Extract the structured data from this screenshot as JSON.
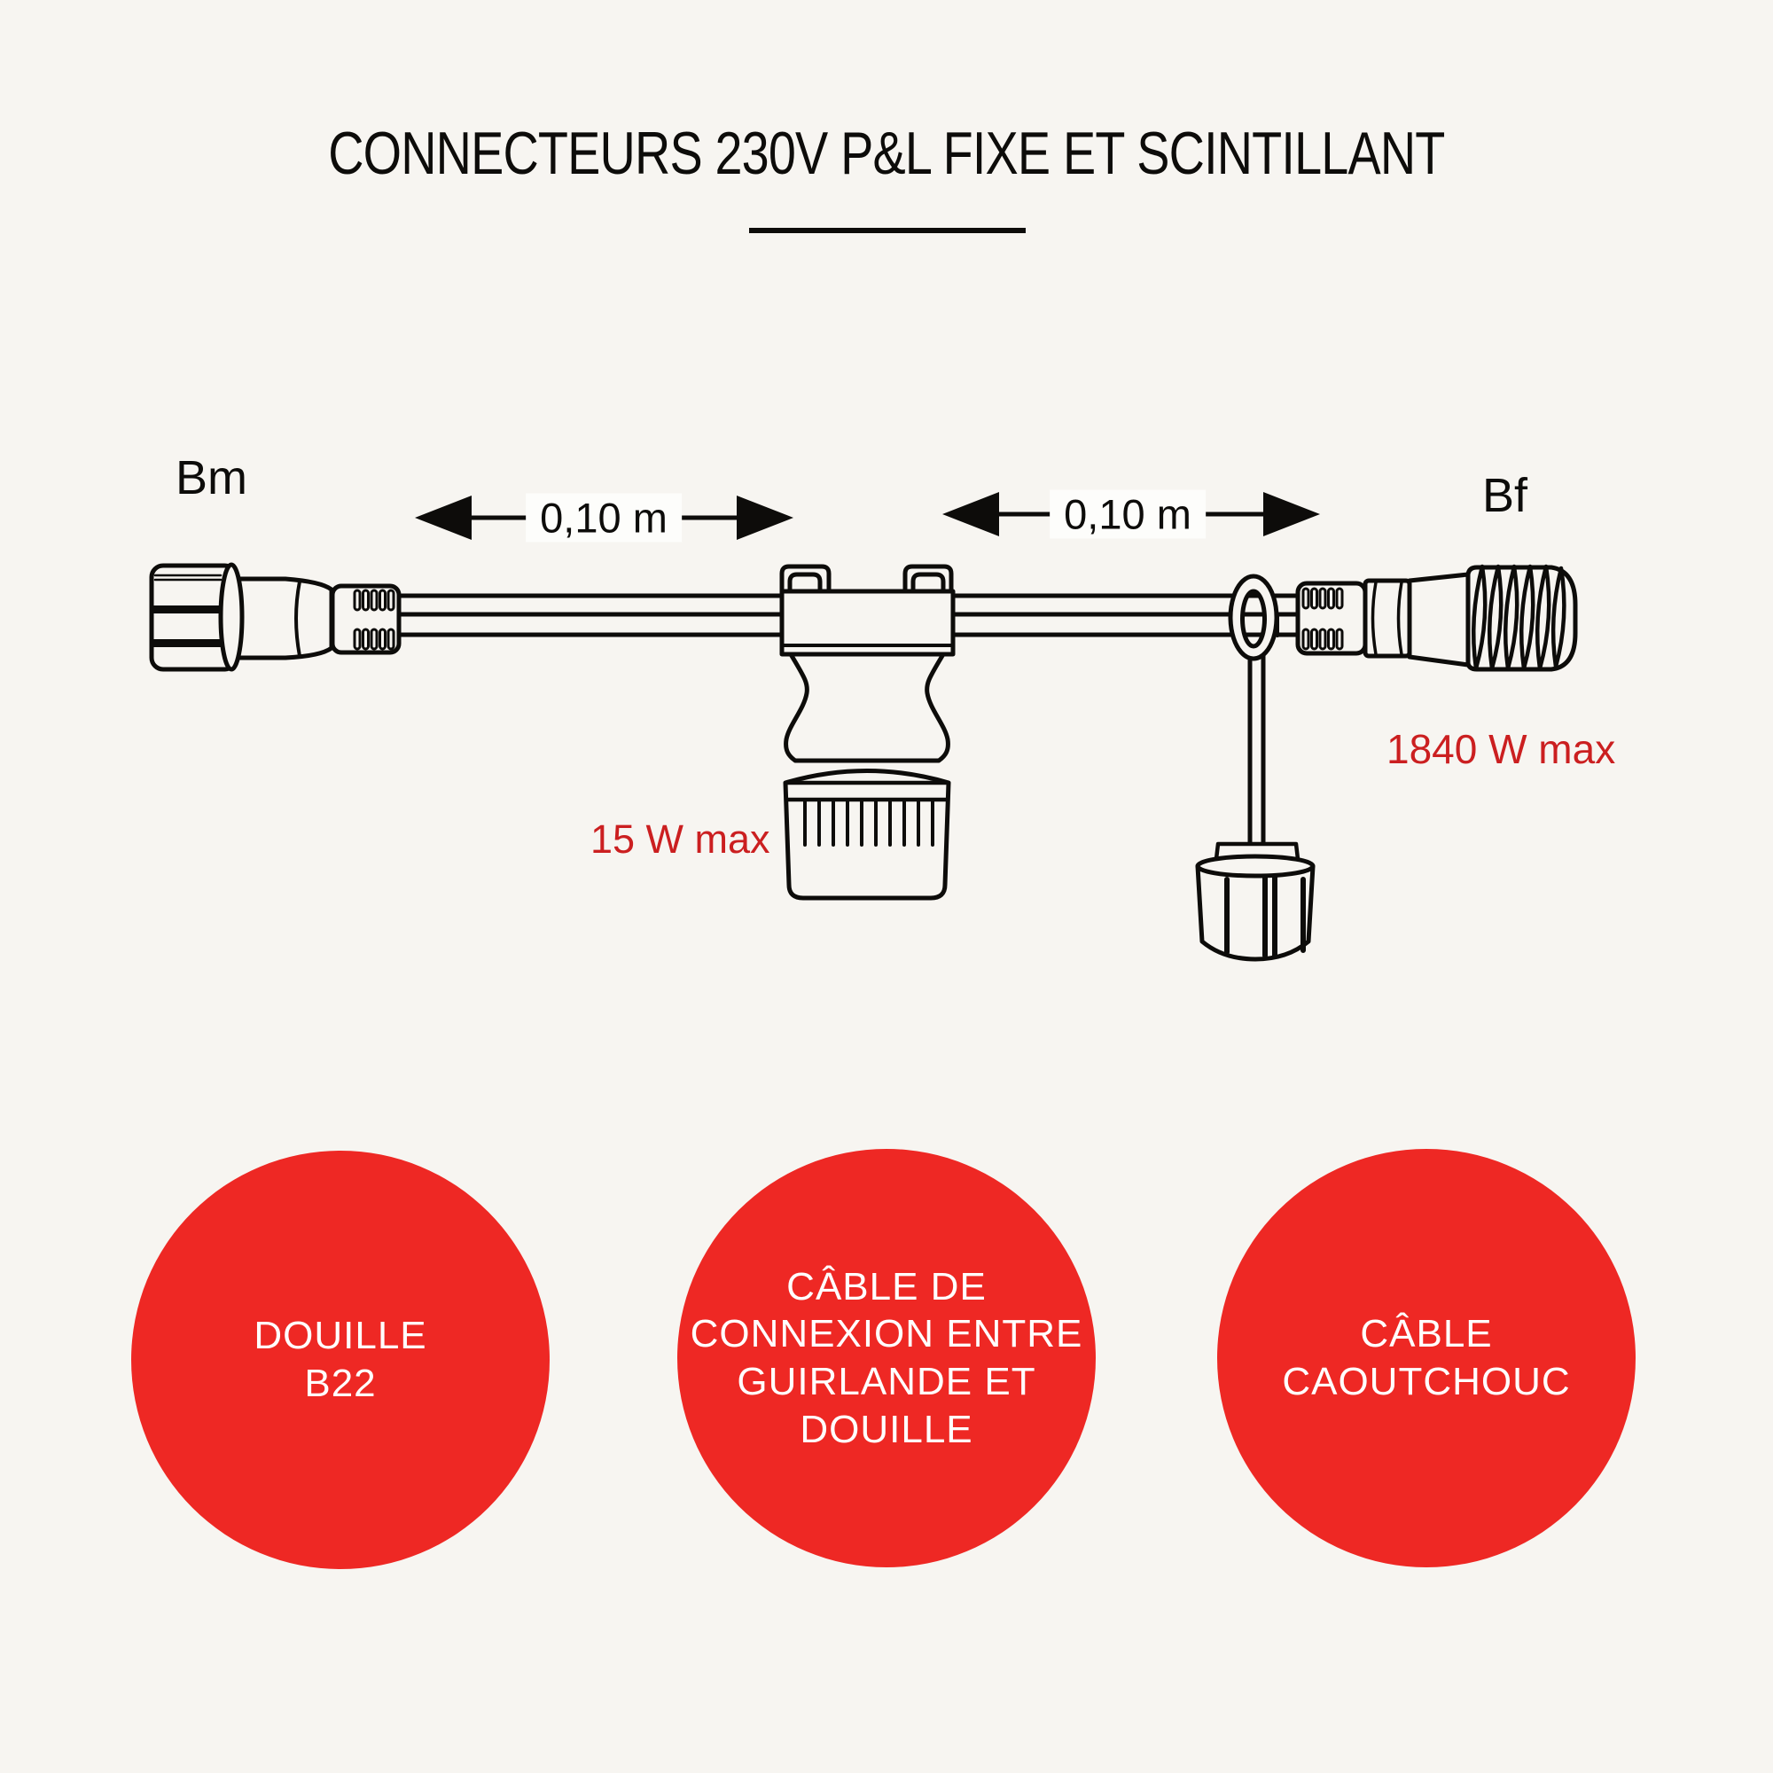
{
  "title": {
    "text": "CONNECTEURS 230V P&L FIXE ET SCINTILLANT"
  },
  "diagram": {
    "left_connector_label": "Bm",
    "right_connector_label": "Bf",
    "left_dimension": "0,10 m",
    "right_dimension": "0,10 m",
    "socket_max_power": "15 W max",
    "line_max_power": "1840 W max"
  },
  "legend": {
    "circles": [
      {
        "label": "DOUILLE\nB22"
      },
      {
        "label": "CÂBLE DE\nCONNEXION ENTRE\nGUIRLANDE ET\nDOUILLE"
      },
      {
        "label": "CÂBLE\nCAOUTCHOUC"
      }
    ]
  },
  "colors": {
    "background": "#f7f5f1",
    "ink": "#0d0c0a",
    "circle_red": "#ee2824",
    "annotation_red": "#cb1f20"
  }
}
